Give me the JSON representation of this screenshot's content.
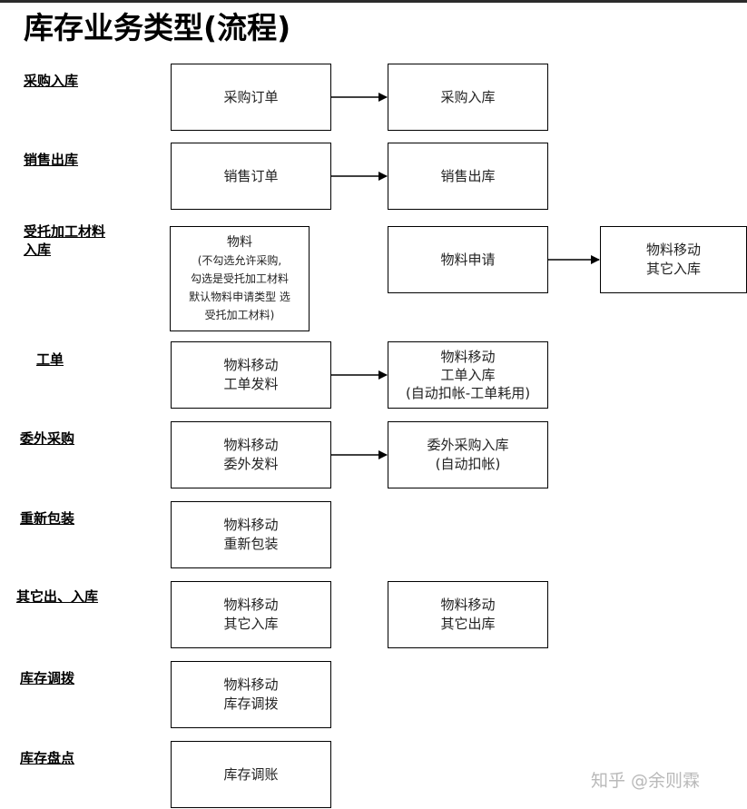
{
  "title": "库存业务类型(流程)",
  "rows": [
    {
      "label": [
        "采购入库"
      ],
      "boxes": [
        [
          "采购订单"
        ],
        [
          "采购入库"
        ]
      ]
    },
    {
      "label": [
        "销售出库"
      ],
      "boxes": [
        [
          "销售订单"
        ],
        [
          "销售出库"
        ]
      ]
    },
    {
      "label": [
        "受托加工材料",
        "入库"
      ],
      "boxes": [
        [
          "物料",
          "(不勾选允许采购,",
          "勾选是受托加工材料",
          "默认物料申请类型 选",
          "受托加工材料)"
        ],
        [
          "物料申请"
        ],
        [
          "物料移动",
          "其它入库"
        ]
      ]
    },
    {
      "label": [
        "工单"
      ],
      "boxes": [
        [
          "物料移动",
          "工单发料"
        ],
        [
          "物料移动",
          "工单入库",
          "(自动扣帐-工单耗用)"
        ]
      ]
    },
    {
      "label": [
        "委外采购"
      ],
      "boxes": [
        [
          "物料移动",
          "委外发料"
        ],
        [
          "委外采购入库",
          "(自动扣帐)"
        ]
      ]
    },
    {
      "label": [
        "重新包装"
      ],
      "boxes": [
        [
          "物料移动",
          "重新包装"
        ]
      ]
    },
    {
      "label": [
        "其它出、入库"
      ],
      "boxes": [
        [
          "物料移动",
          "其它入库"
        ],
        [
          "物料移动",
          "其它出库"
        ]
      ]
    },
    {
      "label": [
        "库存调拨"
      ],
      "boxes": [
        [
          "物料移动",
          "库存调拨"
        ]
      ]
    },
    {
      "label": [
        "库存盘点"
      ],
      "boxes": [
        [
          "库存调账"
        ]
      ]
    }
  ],
  "watermark": "知乎 @余则霖"
}
